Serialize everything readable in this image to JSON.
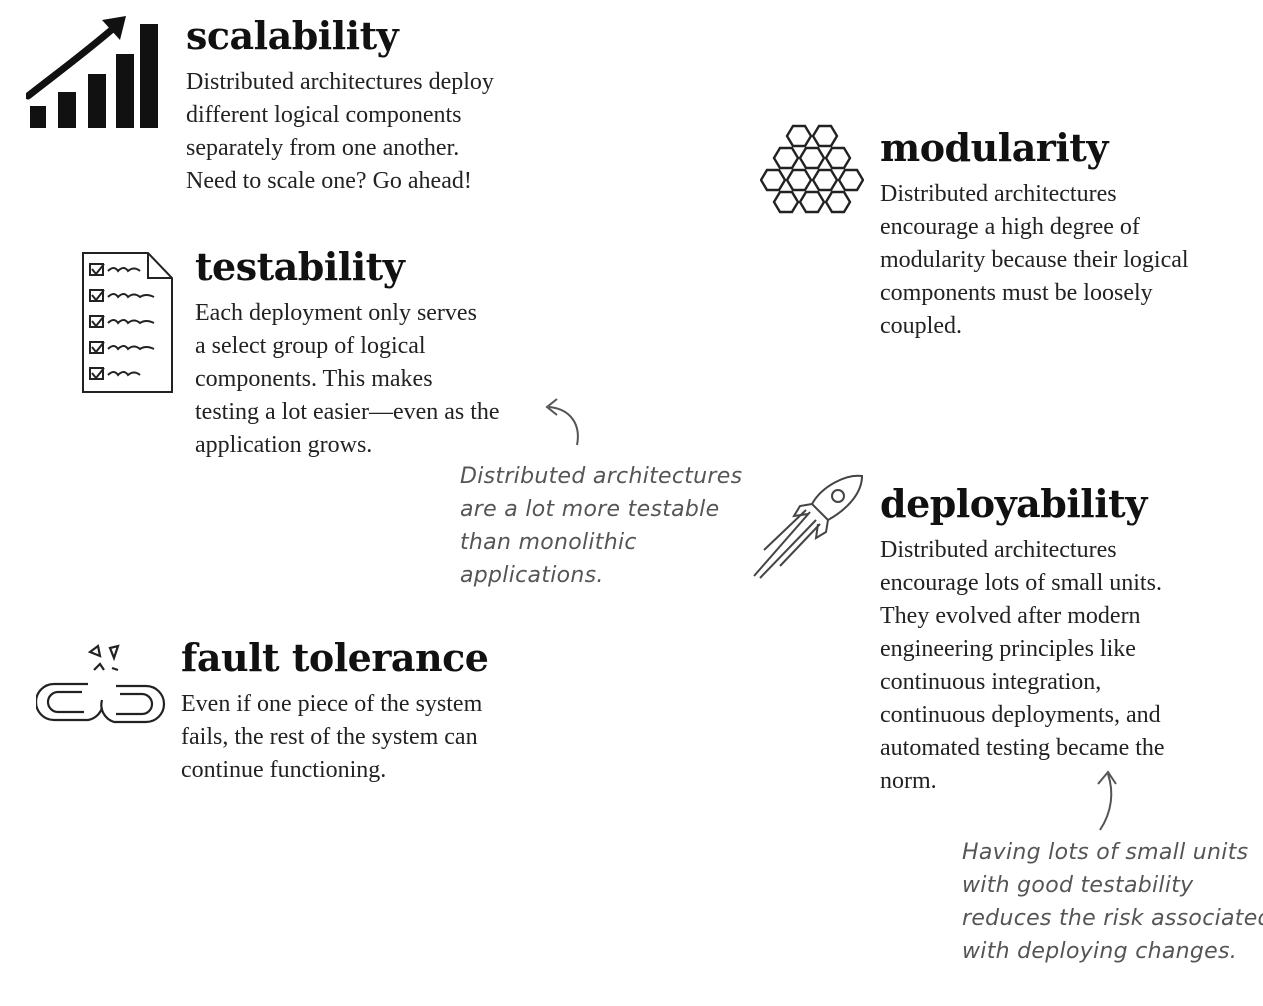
{
  "scalability": {
    "title": "scalability",
    "lines": [
      "Distributed architectures deploy",
      "different logical components",
      "separately from one another.",
      "Need to scale one? Go ahead!"
    ],
    "icon": "bar-chart-growth-icon"
  },
  "testability": {
    "title": "testability",
    "lines": [
      "Each deployment only serves",
      "a select group of logical",
      "components. This makes",
      "testing a lot easier—even as the",
      "application grows."
    ],
    "icon": "checklist-icon"
  },
  "fault_tolerance": {
    "title": "fault tolerance",
    "lines": [
      "Even if one piece of the system",
      "fails, the rest of the system can",
      "continue functioning."
    ],
    "icon": "broken-chain-icon"
  },
  "modularity": {
    "title": "modularity",
    "lines": [
      "Distributed architectures",
      "encourage a high degree of",
      "modularity because their logical",
      "components must be loosely",
      "coupled."
    ],
    "icon": "honeycomb-icon"
  },
  "deployability": {
    "title": "deployability",
    "lines": [
      "Distributed architectures",
      "encourage lots of small units.",
      "They evolved after modern",
      "engineering principles like",
      "continuous integration,",
      "continuous deployments, and",
      "automated testing became the",
      "norm."
    ],
    "icon": "rocket-icon"
  },
  "notes": {
    "testable": [
      "Distributed architectures",
      "are a lot more testable",
      "than monolithic",
      "applications."
    ],
    "risk": [
      "Having lots of small units",
      "with good testability",
      "reduces the risk associated",
      "with deploying changes."
    ]
  }
}
